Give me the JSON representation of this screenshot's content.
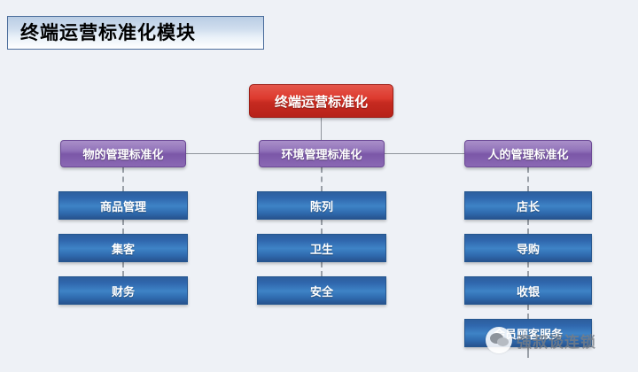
{
  "header": {
    "title": "终端运营标准化模块"
  },
  "diagram": {
    "root": {
      "label": "终端运营标准化",
      "color": "#cc3328"
    },
    "branch_color": "#7b57a8",
    "leaf_color": "#3e83c6",
    "branches": [
      {
        "name": "things-management",
        "label": "物的管理标准化",
        "leaves": [
          {
            "name": "merchandise-management",
            "label": "商品管理"
          },
          {
            "name": "customer-gathering",
            "label": "集客"
          },
          {
            "name": "finance",
            "label": "财务"
          }
        ]
      },
      {
        "name": "environment-management",
        "label": "环境管理标准化",
        "leaves": [
          {
            "name": "display",
            "label": "陈列"
          },
          {
            "name": "hygiene",
            "label": "卫生"
          },
          {
            "name": "safety",
            "label": "安全"
          }
        ]
      },
      {
        "name": "people-management",
        "label": "人的管理标准化",
        "leaves": [
          {
            "name": "store-manager",
            "label": "店长"
          },
          {
            "name": "sales-guide",
            "label": "导购"
          },
          {
            "name": "cashier",
            "label": "收银"
          },
          {
            "name": "member-service",
            "label": "会员顾客服务"
          }
        ]
      }
    ]
  },
  "watermark": {
    "text": "强叔谈连锁",
    "icon": "wechat-icon"
  }
}
